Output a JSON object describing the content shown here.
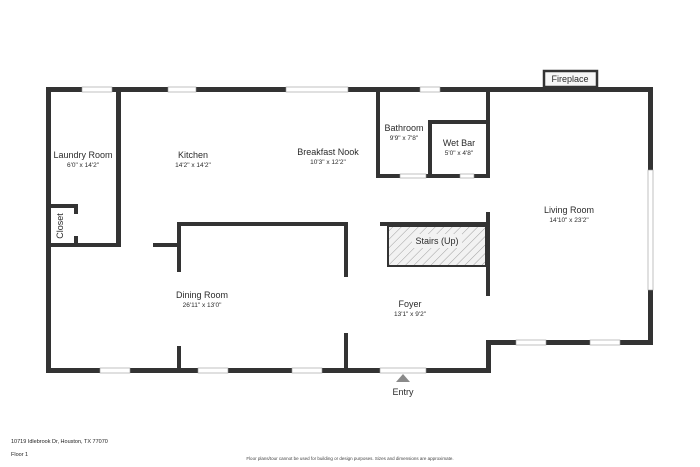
{
  "rooms": {
    "laundry": {
      "name": "Laundry Room",
      "dim": "6'0\" x 14'2\""
    },
    "kitchen": {
      "name": "Kitchen",
      "dim": "14'2\" x 14'2\""
    },
    "breakfast": {
      "name": "Breakfast Nook",
      "dim": "10'3\" x 12'2\""
    },
    "bathroom": {
      "name": "Bathroom",
      "dim": "9'9\" x 7'8\""
    },
    "wetbar": {
      "name": "Wet Bar",
      "dim": "5'0\" x 4'8\""
    },
    "living": {
      "name": "Living Room",
      "dim": "14'10\" x 23'2\""
    },
    "closet": {
      "name": "Closet"
    },
    "stairs": {
      "name": "Stairs (Up)"
    },
    "dining": {
      "name": "Dining Room",
      "dim": "26'11\" x 13'0\""
    },
    "foyer": {
      "name": "Foyer",
      "dim": "13'1\" x 9'2\""
    },
    "fireplace": {
      "name": "Fireplace"
    },
    "entry": {
      "name": "Entry"
    }
  },
  "footer": {
    "address": "10719 Idlebrook Dr, Houston, TX 77070",
    "floor": "Floor 1",
    "disclaimer": "Floor plans/tour cannot be used for building or design purposes. Sizes and dimensions are approximate."
  },
  "colors": {
    "wall": "#333333",
    "hatch": "#8a8a8a",
    "stairs_bg": "#f2f2f2"
  }
}
